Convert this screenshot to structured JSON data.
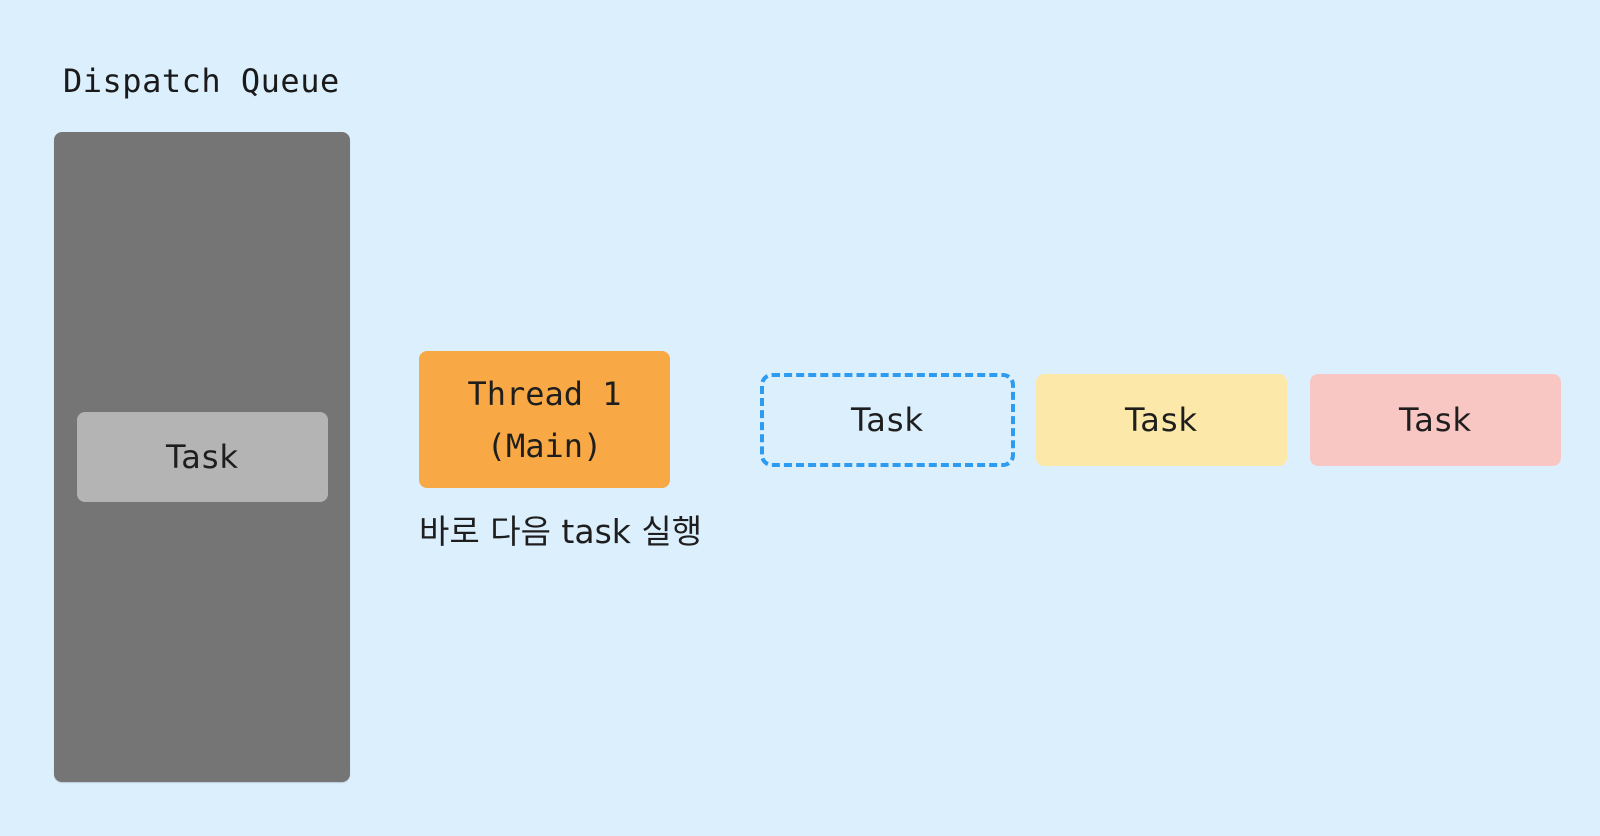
{
  "diagram": {
    "title": "Dispatch Queue",
    "queue": {
      "label": "Dispatch Queue",
      "color": "#757575",
      "items": [
        {
          "label": "Task",
          "color": "#b4b4b4"
        }
      ]
    },
    "thread": {
      "line1": "Thread 1",
      "line2": "(Main)",
      "color": "#f8a945",
      "caption": "바로 다음 task 실행"
    },
    "pending_tasks": [
      {
        "label": "Task",
        "style": "dashed",
        "border_color": "#2d9bf0"
      },
      {
        "label": "Task",
        "style": "filled",
        "color": "#fce8a8"
      },
      {
        "label": "Task",
        "style": "filled",
        "color": "#f9c7c3"
      }
    ],
    "background": "#dceffd"
  }
}
